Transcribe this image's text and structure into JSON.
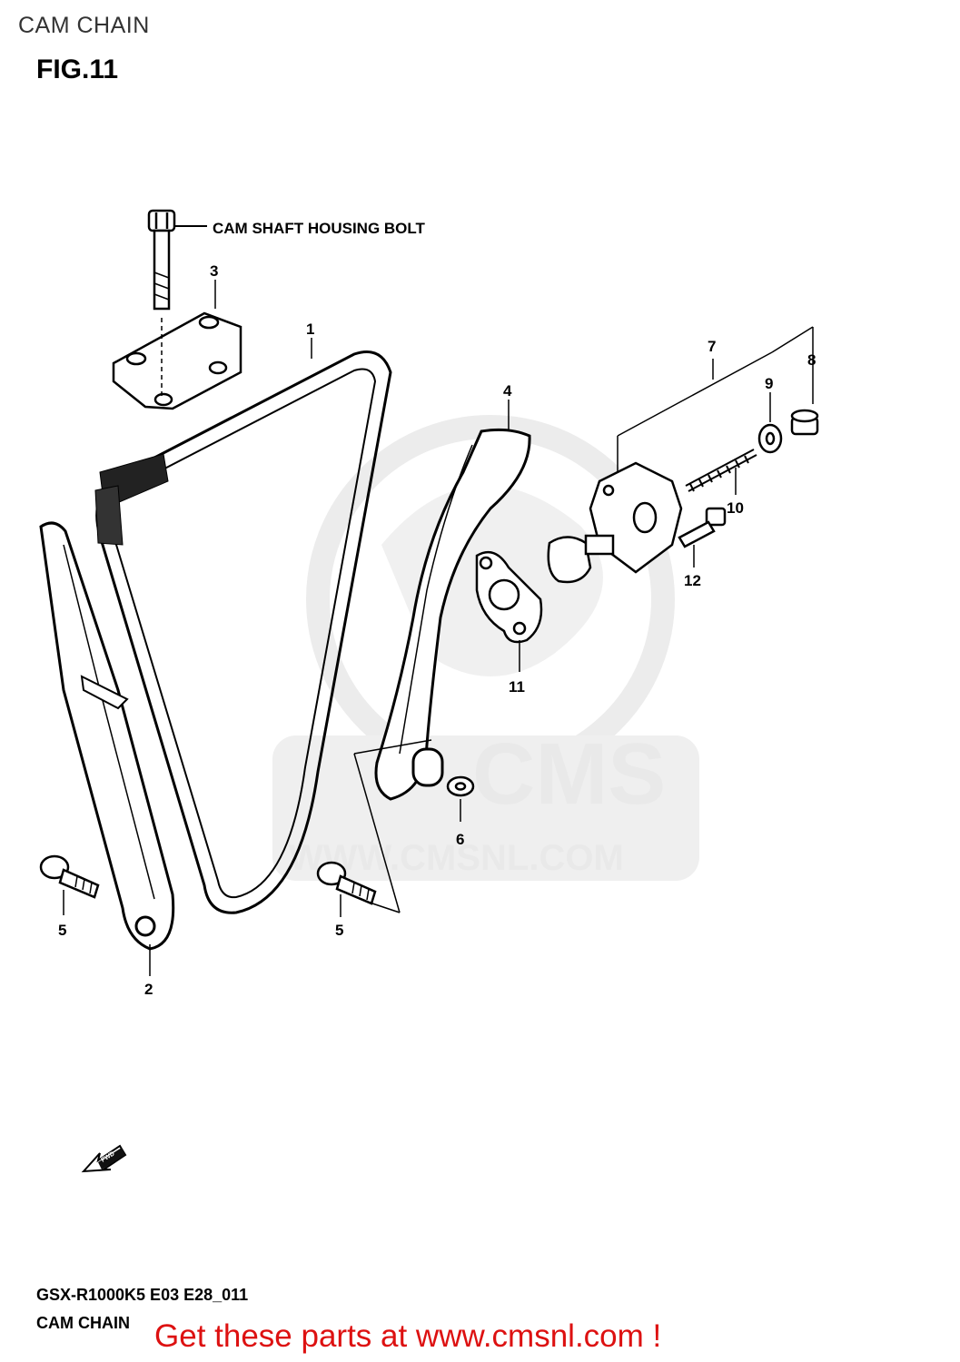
{
  "header": {
    "title": "CAM CHAIN"
  },
  "figure": {
    "label": "FIG.11"
  },
  "notes": {
    "camshaft_bolt": "CAM SHAFT HOUSING BOLT"
  },
  "callouts": [
    "1",
    "2",
    "3",
    "4",
    "5",
    "5",
    "6",
    "7",
    "8",
    "9",
    "10",
    "11",
    "12"
  ],
  "watermark": {
    "brand": "CMS",
    "url": "WWW.CMSNL.COM"
  },
  "fwd_arrow": {
    "label": "FWD",
    "icon": "forward-arrow-icon"
  },
  "footer": {
    "code": "GSX-R1000K5 E03 E28_011",
    "title": "CAM CHAIN",
    "promo": "Get these parts at www.cmsnl.com !"
  },
  "colors": {
    "promo": "#dd1111",
    "watermark": "#e9e9e9",
    "lines": "#000000"
  }
}
